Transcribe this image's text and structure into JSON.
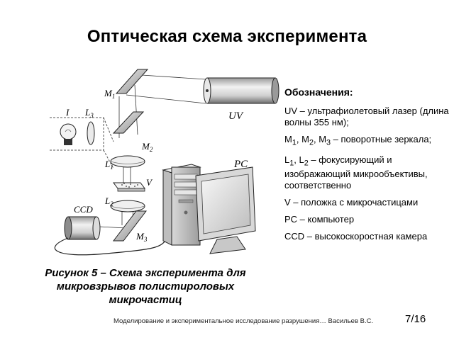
{
  "slide": {
    "title": "Оптическая схема эксперимента",
    "caption": "Рисунок 5 – Схема эксперимента для микровзрывов полистироловых микрочастиц",
    "footer": "Моделирование и экспериментальное исследование разрушения…    Васильев В.С.",
    "page_number": "7/16"
  },
  "legend": {
    "heading": "Обозначения:",
    "items": [
      {
        "html": "UV – ультрафиолетовый лазер (длина волны 355 нм);"
      },
      {
        "html": "M<sub>1</sub>, M<sub>2</sub>, M<sub>3</sub> – поворотные зеркала;"
      },
      {
        "html": "L<sub>1</sub>, L<sub>2</sub> – фокусирующий и изображающий микрообъективы, соответственно"
      },
      {
        "html": "V – положка с микрочастицами"
      },
      {
        "html": "PC – компьютер"
      },
      {
        "html": "CCD – высокоскоростная камера"
      }
    ]
  },
  "diagram_labels": {
    "uv": "UV",
    "pc": "PC",
    "ccd": "CCD",
    "m1": "M",
    "m1_sub": "1",
    "m2": "M",
    "m2_sub": "2",
    "m3": "M",
    "m3_sub": "3",
    "l1": "L",
    "l1_sub": "1",
    "l2": "L",
    "l2_sub": "2",
    "l3": "L",
    "l3_sub": "3",
    "i": "I",
    "v": "V"
  }
}
